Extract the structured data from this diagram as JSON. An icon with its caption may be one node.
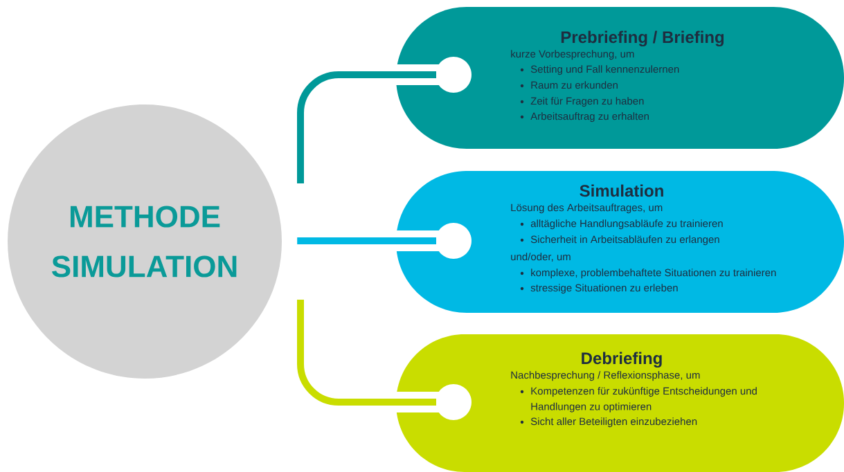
{
  "diagram": {
    "nodes": [
      {
        "text": [
          "METHODE SIMULATION"
        ]
      },
      {
        "text": [
          "Prebriefing / Briefing",
          "kurze Vorbesprechung, um",
          "Setting und Fall kennenzulernen",
          "Raum zu erkunden",
          "Zeit für Fragen zu haben",
          "Arbeitsauftrag zu erhalten"
        ]
      },
      {
        "text": [
          "Simulation",
          "Lösung des Arbeitsauftrages, um",
          "alltägliche Handlungsabläufe zu trainieren",
          "Sicherheit in Arbeitsabläufen zu erlangen",
          "und/oder, um",
          "komplexe, problembehaftete Situationen zu trainieren",
          "stressige Situationen zu erleben"
        ]
      },
      {
        "text": [
          "Debriefing",
          "Nachbesprechung / Reflexionsphase, um",
          "Kompetenzen für zukünftige Entscheidungen und Handlungen zu optimieren",
          "Sicht aller Beteiligten einzubeziehen"
        ]
      }
    ],
    "edges": [
      {
        "from": 0,
        "to": 1,
        "arrow": "none",
        "color": "#009999"
      },
      {
        "from": 0,
        "to": 2,
        "arrow": "none",
        "color": "#00b9e4"
      },
      {
        "from": 0,
        "to": 3,
        "arrow": "none",
        "color": "#c9dd00"
      }
    ]
  }
}
